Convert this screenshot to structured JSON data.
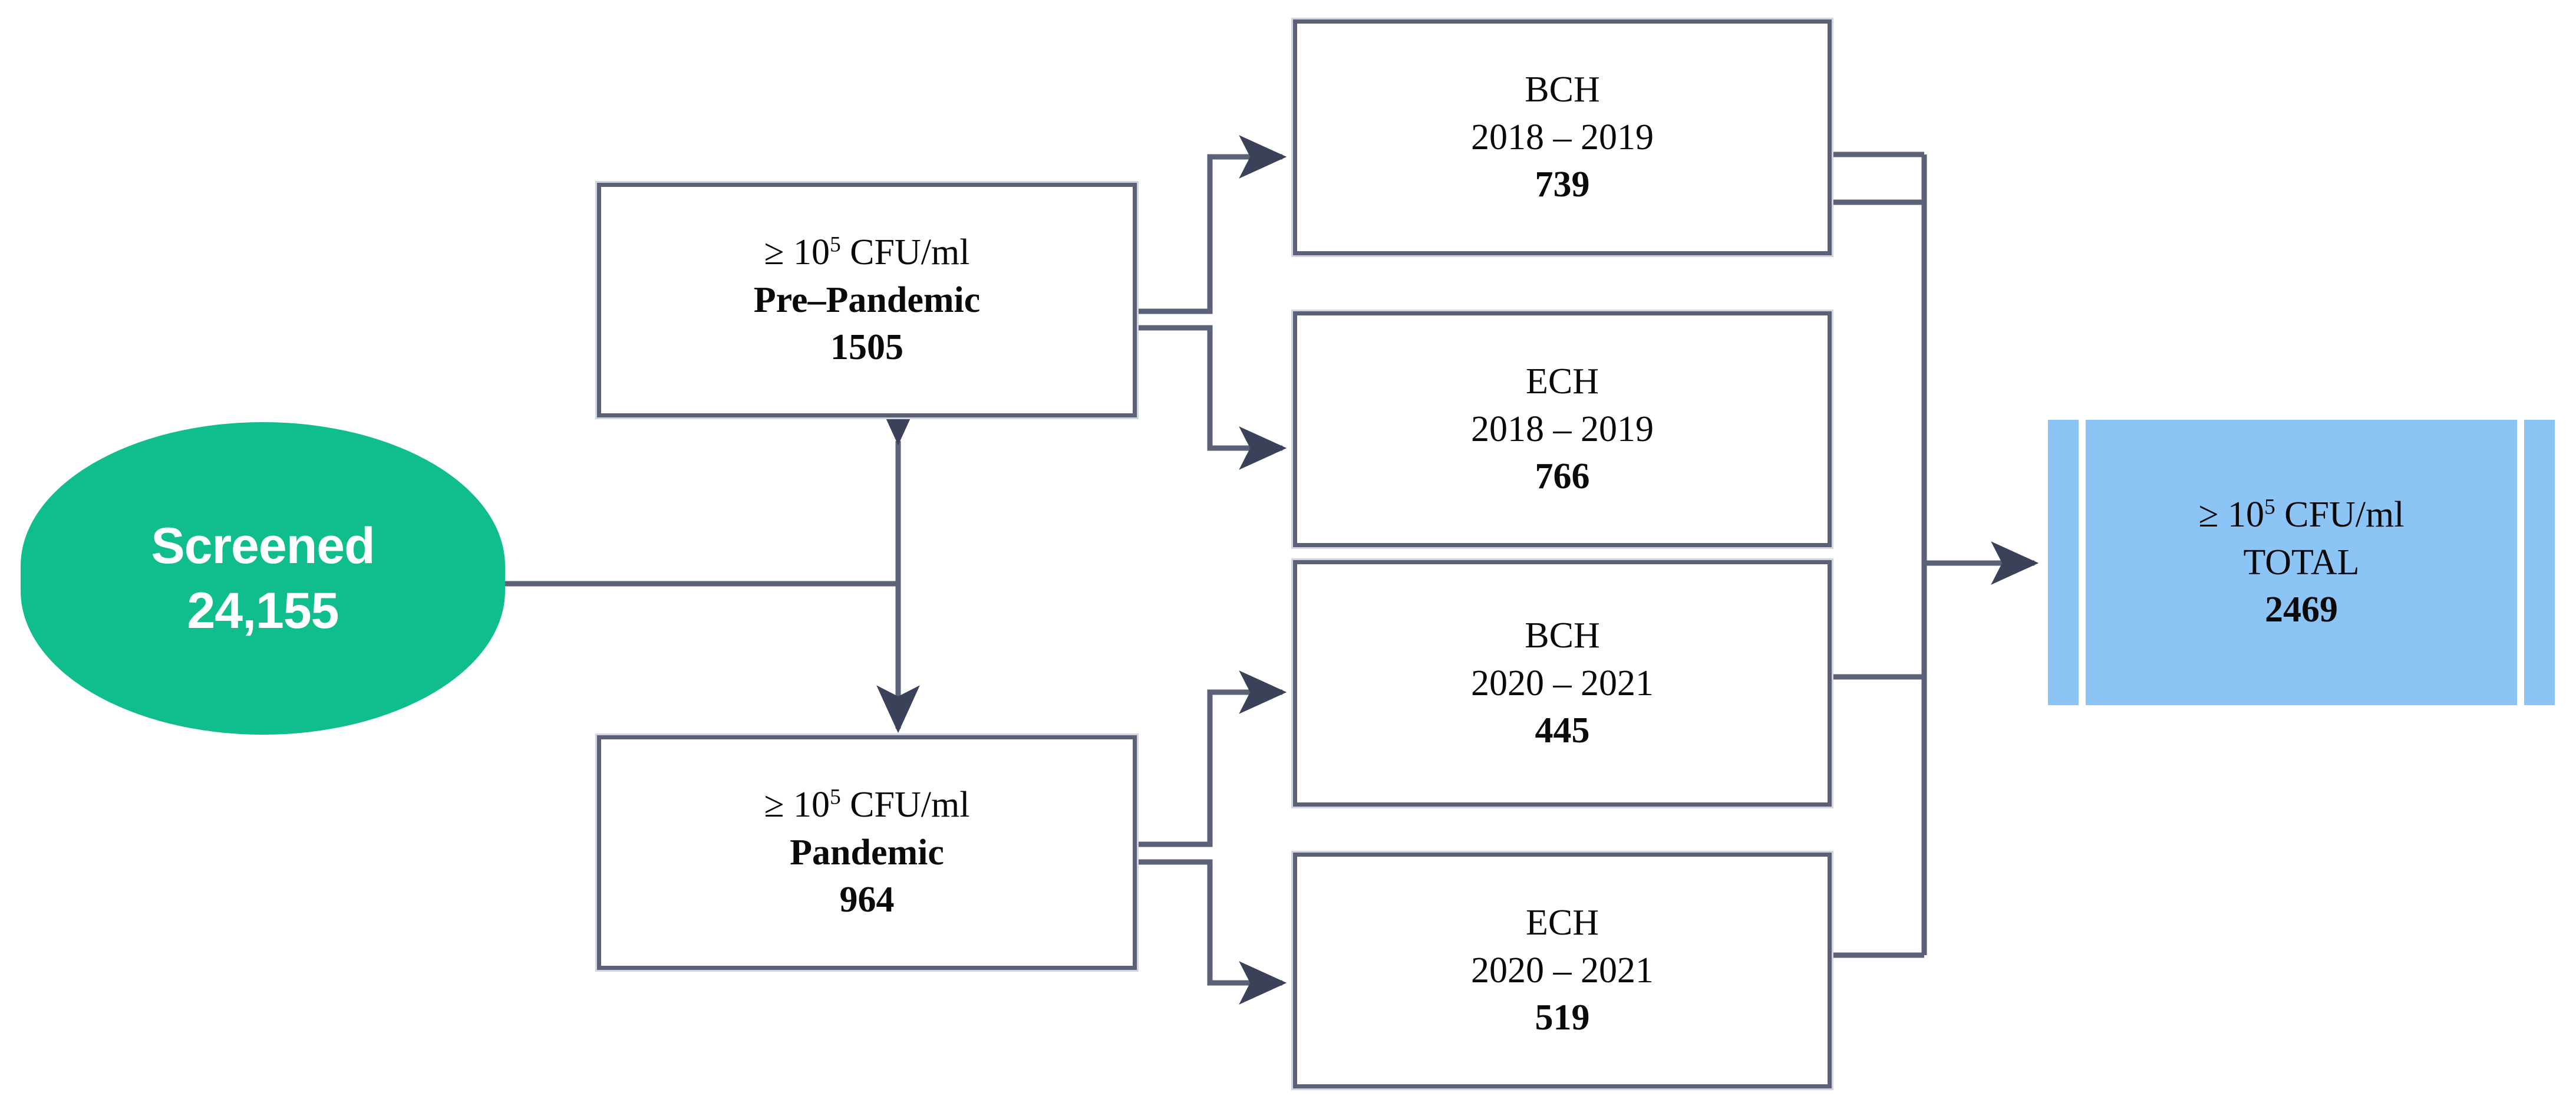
{
  "diagram": {
    "title": "Study screening and inclusion flowchart",
    "colors": {
      "pill_green": "#10bd8d",
      "total_blue": "#8cc5f5",
      "box_border": "#5b6177",
      "connector": "#5b6177",
      "arrowhead": "#3a4159",
      "text": "#0a0a0a",
      "pill_text": "#ffffff",
      "background": "#ffffff"
    },
    "nodes": {
      "screened": {
        "name": "screened-pill",
        "label": "Screened",
        "value": "24,155"
      },
      "pre_pandemic": {
        "name": "pre-pandemic-box",
        "threshold_prefix": "≥ 10",
        "threshold_exponent": "5",
        "threshold_suffix": " CFU/ml",
        "label": "Pre–Pandemic",
        "value": "1505"
      },
      "pandemic": {
        "name": "pandemic-box",
        "threshold_prefix": "≥ 10",
        "threshold_exponent": "5",
        "threshold_suffix": " CFU/ml",
        "label": "Pandemic",
        "value": "964"
      },
      "bch_2018_2019": {
        "name": "bch-2018-2019-box",
        "site": "BCH",
        "period": "2018 – 2019",
        "value": "739"
      },
      "ech_2018_2019": {
        "name": "ech-2018-2019-box",
        "site": "ECH",
        "period": "2018 – 2019",
        "value": "766"
      },
      "bch_2020_2021": {
        "name": "bch-2020-2021-box",
        "site": "BCH",
        "period": "2020 – 2021",
        "value": "445"
      },
      "ech_2020_2021": {
        "name": "ech-2020-2021-box",
        "site": "ECH",
        "period": "2020 – 2021",
        "value": "519"
      },
      "total": {
        "name": "total-box",
        "threshold_prefix": "≥ 10",
        "threshold_exponent": "5",
        "threshold_suffix": " CFU/ml",
        "label": "TOTAL",
        "value": "2469"
      }
    },
    "edges": [
      {
        "from": "screened",
        "to": "pre-pandemic / pandemic junction",
        "style": "plain-line"
      },
      {
        "from": "junction",
        "to": "pre_pandemic",
        "style": "arrow-up"
      },
      {
        "from": "junction",
        "to": "pandemic",
        "style": "arrow-down"
      },
      {
        "from": "pre_pandemic",
        "to": "bch_2018_2019",
        "style": "elbow-arrow"
      },
      {
        "from": "pre_pandemic",
        "to": "ech_2018_2019",
        "style": "elbow-arrow"
      },
      {
        "from": "pandemic",
        "to": "bch_2020_2021",
        "style": "elbow-arrow"
      },
      {
        "from": "pandemic",
        "to": "ech_2020_2021",
        "style": "elbow-arrow"
      },
      {
        "from": "bch_2018_2019",
        "to": "total-bus",
        "style": "plain-line"
      },
      {
        "from": "ech_2018_2019",
        "to": "total-bus",
        "style": "plain-line"
      },
      {
        "from": "bch_2020_2021",
        "to": "total-bus",
        "style": "plain-line"
      },
      {
        "from": "ech_2020_2021",
        "to": "total-bus",
        "style": "plain-line"
      },
      {
        "from": "total-bus",
        "to": "total",
        "style": "arrow-right"
      }
    ]
  }
}
